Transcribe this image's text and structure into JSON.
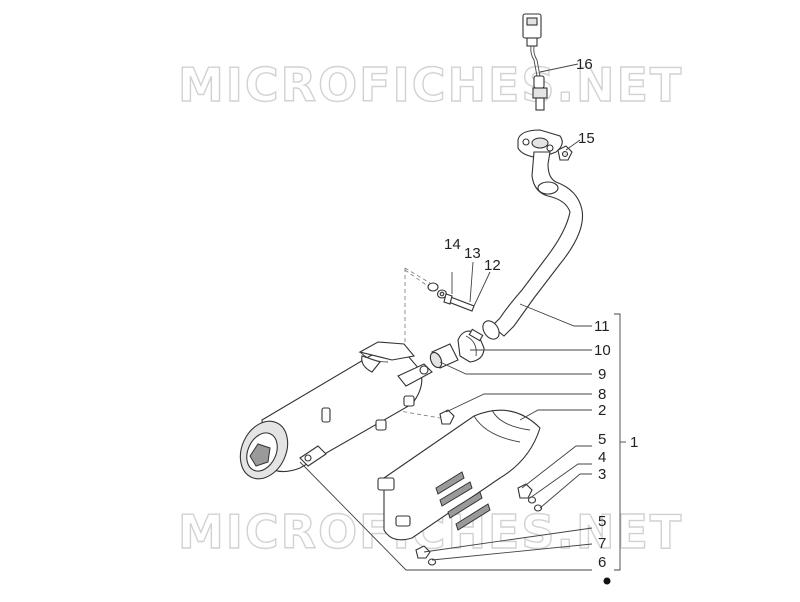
{
  "watermark": {
    "text_top": "MICROFICHES.NET",
    "text_bottom": "MICROFICHES.NET"
  },
  "callouts": {
    "c1": "1",
    "c2": "2",
    "c3": "3",
    "c4": "4",
    "c5a": "5",
    "c5b": "5",
    "c6": "6",
    "c7": "7",
    "c8": "8",
    "c9": "9",
    "c10": "10",
    "c11": "11",
    "c12": "12",
    "c13": "13",
    "c14": "14",
    "c15": "15",
    "c16": "16"
  }
}
